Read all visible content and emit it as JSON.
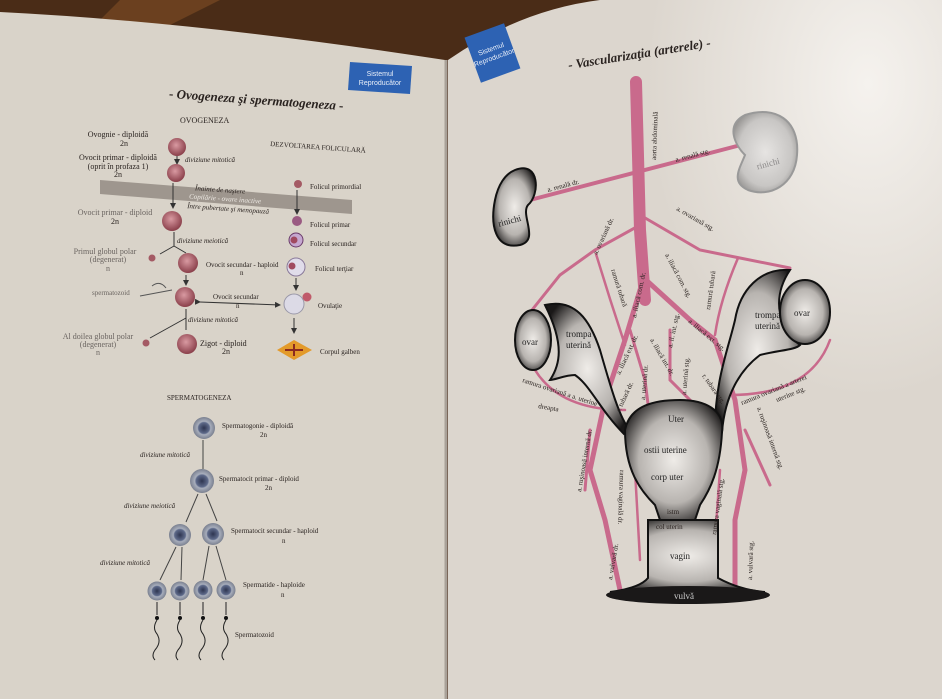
{
  "left_page": {
    "tab": {
      "line1": "Sistemul",
      "line2": "Reproducător",
      "color": "#2d62b3"
    },
    "title": "- Ovogeneza şi spermatogeneza -",
    "ovogeneza": {
      "heading": "OVOGENEZA",
      "ovognie": {
        "label": "Ovognie - diploidă",
        "ploidy": "2n"
      },
      "div_mitotica_1": "diviziune mitotică",
      "ovocit_primar_oprit": {
        "label": "Ovocit primar - diploidă",
        "note": "(oprit în profaza 1)",
        "ploidy": "2n"
      },
      "band": {
        "before": "Înainte de naştere",
        "middle": "Copilărie - ovare inactive",
        "after": "Între pubertate şi menopauză"
      },
      "ovocit_primar": {
        "label": "Ovocit primar - diploid",
        "ploidy": "2n"
      },
      "div_meiotica": "diviziune meiotică",
      "primul_globul": {
        "label": "Primul globul polar",
        "note": "(degenerat)",
        "ploidy": "n"
      },
      "ovocit_secundar": {
        "label": "Ovocit secundar - haploid",
        "ploidy": "n"
      },
      "spermatozoid": "spermatozoid",
      "ovocit_secundar_arrow": {
        "label": "Ovocit secundar",
        "ploidy": "n"
      },
      "div_mitotica_2": "diviziune mitotică",
      "al_doilea_globul": {
        "label": "Al doilea globul polar",
        "note": "(degenerat)",
        "ploidy": "n"
      },
      "zigot": {
        "label": "Zigot - diploid",
        "ploidy": "2n"
      }
    },
    "foliculara": {
      "heading": "DEZVOLTAREA FOLICULARĂ",
      "stages": [
        "Folicul primordial",
        "Folicul primar",
        "Folicul secundar",
        "Folicul terţiar",
        "Ovulaţie",
        "Corpul galben"
      ]
    },
    "spermatogeneza": {
      "heading": "SPERMATOGENEZA",
      "spermatogonie": {
        "label": "Spermatogonie - diploidă",
        "ploidy": "2n"
      },
      "div_mitotica_1": "diviziune mitotică",
      "spermatocit_primar": {
        "label": "Spermatocit primar - diploid",
        "ploidy": "2n"
      },
      "div_meiotica": "diviziune meiotică",
      "spermatocit_secundar": {
        "label": "Spermatocit secundar - haploid",
        "ploidy": "n"
      },
      "div_mitotica_2": "diviziune mitotică",
      "spermatide": {
        "label": "Spermatide - haploide",
        "ploidy": "n"
      },
      "spermatozoid": "Spermatozoid"
    }
  },
  "right_page": {
    "tab": {
      "line1": "Sistemul",
      "line2": "Reproducător",
      "color": "#2d62b3"
    },
    "title": "- Vascularizaţia (arterele) -",
    "artery_color": "#c96a8c",
    "vessels": {
      "aorta": "aorta abdominală",
      "renala_stg": "a. renală stg.",
      "renala_dr": "a. renală dr.",
      "ovariana_dr": "a. ovariană dr.",
      "ovariana_stg": "a. ovariană stg.",
      "iliaca_com_dr": "a. iliacă com. dr.",
      "iliaca_com_stg": "a. iliacă com. stg.",
      "ramura_tubara_dr": "ramură tubară",
      "ramura_tubara_stg": "ramură tubară",
      "iliaca_ext_stg": "a. iliacă ext. stg.",
      "iliaca_ext_dr": "a. iliacă ext. dr.",
      "iliaca_int_dr": "a. iliacă int. dr.",
      "iliaca_int_stg": "a. il. int. stg.",
      "uterina_dr": "a. uterină dr.",
      "uterina_stg": "a. uterină stg.",
      "r_tubara_dr": "r. tubară dr.",
      "r_tubara_stg": "r. tubară stg.",
      "ramura_ovariana_dr": "ramura ovariană a a. uterine",
      "ramura_ovariana_dr_2": "dreapta",
      "ramura_ovariana_stg": "ramura ovariană a arterei",
      "ramura_ovariana_stg_2": "uterine stg.",
      "rusinoasa_dr": "a. ruşinoasă internă dr.",
      "rusinoasa_stg": "a. ruşinoasă internă stg.",
      "vaginala_dr": "ramura vaginală dr.",
      "vaginala_stg": "ramura vaginală stg.",
      "vulvara_dr": "a. vulvară dr.",
      "vulvara_stg": "a. vulvară stg."
    },
    "organs": {
      "rinichi_dr": "rinichi",
      "rinichi_stg": "rinichi",
      "ovar_dr": "ovar",
      "ovar_stg": "ovar",
      "trompa_dr_1": "trompa",
      "trompa_dr_2": "uterină",
      "trompa_stg_1": "trompa",
      "trompa_stg_2": "uterină",
      "uter": "Uter",
      "ostii": "ostii uterine",
      "corp_uter": "corp uter",
      "istm": "istm",
      "col_uterin": "col uterin",
      "vagin": "vagin",
      "vulva": "vulvă"
    }
  }
}
